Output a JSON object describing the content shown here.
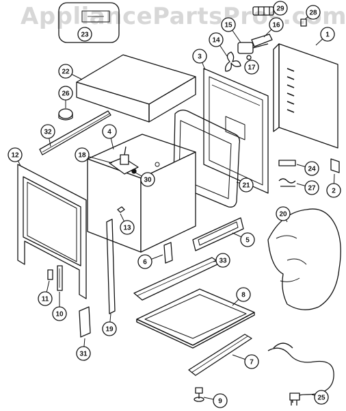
{
  "watermark": "AppliancePartsPros.com",
  "colors": {
    "line": "#111111",
    "badge_fill": "#ffffff",
    "watermark": "#d7d7d7"
  },
  "callouts": [
    {
      "n": "1"
    },
    {
      "n": "2"
    },
    {
      "n": "3"
    },
    {
      "n": "4"
    },
    {
      "n": "5"
    },
    {
      "n": "6"
    },
    {
      "n": "7"
    },
    {
      "n": "8"
    },
    {
      "n": "9"
    },
    {
      "n": "10"
    },
    {
      "n": "11"
    },
    {
      "n": "12"
    },
    {
      "n": "13"
    },
    {
      "n": "14"
    },
    {
      "n": "15"
    },
    {
      "n": "16"
    },
    {
      "n": "17"
    },
    {
      "n": "18"
    },
    {
      "n": "19"
    },
    {
      "n": "20"
    },
    {
      "n": "21"
    },
    {
      "n": "22"
    },
    {
      "n": "23"
    },
    {
      "n": "24"
    },
    {
      "n": "25"
    },
    {
      "n": "26"
    },
    {
      "n": "27"
    },
    {
      "n": "28"
    },
    {
      "n": "29"
    },
    {
      "n": "30"
    },
    {
      "n": "31"
    },
    {
      "n": "32"
    },
    {
      "n": "33"
    }
  ]
}
